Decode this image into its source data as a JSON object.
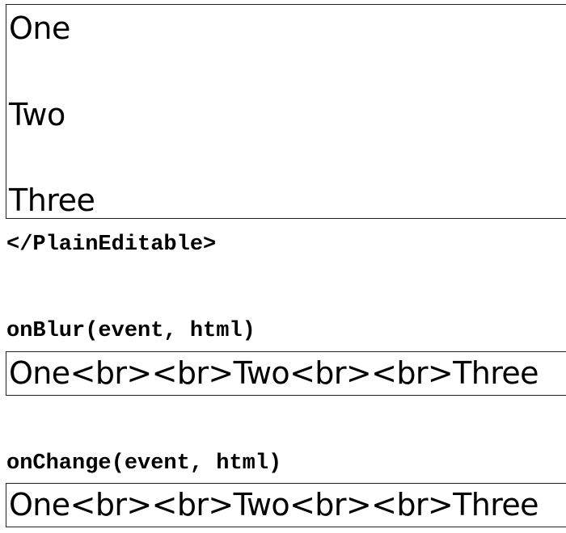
{
  "editable": {
    "lines": [
      "One",
      "Two",
      "Three"
    ]
  },
  "labels": {
    "closing_tag": "</PlainEditable>",
    "on_blur": "onBlur(event, html)",
    "on_change": "onChange(event, html)"
  },
  "outputs": {
    "on_blur_html": "One<br><br>Two<br><br>Three",
    "on_change_html": "One<br><br>Two<br><br>Three"
  },
  "colors": {
    "border": "#222222",
    "text": "#000000",
    "background": "#ffffff"
  }
}
